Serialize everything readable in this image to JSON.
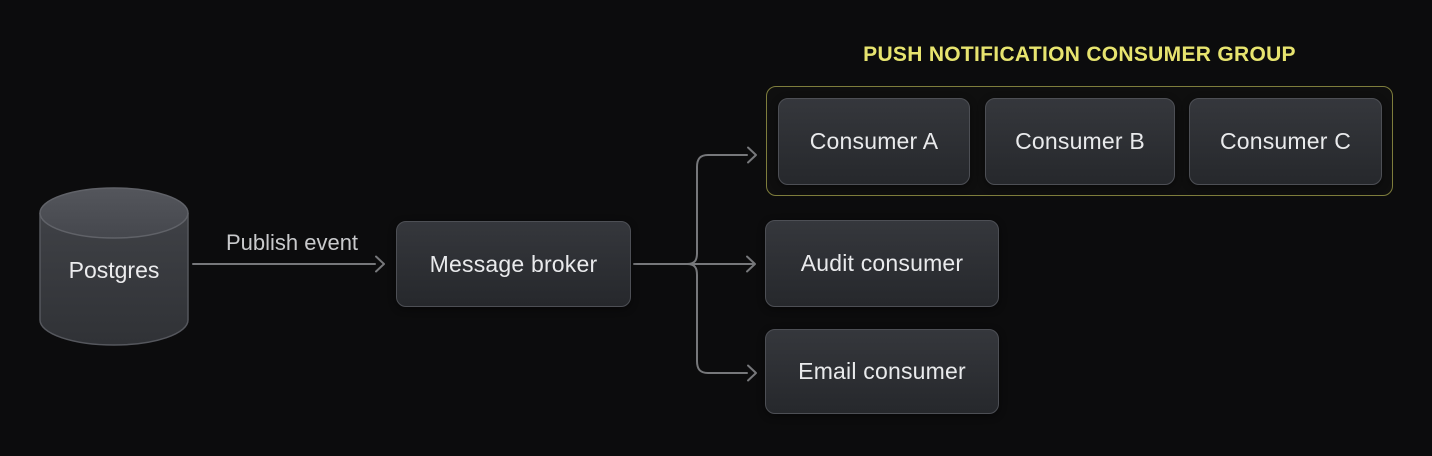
{
  "canvas": {
    "background": "#0c0c0d"
  },
  "nodes": {
    "postgres": {
      "label": "Postgres",
      "shape": "database-cylinder"
    },
    "message_broker": {
      "label": "Message broker"
    },
    "audit_consumer": {
      "label": "Audit consumer"
    },
    "email_consumer": {
      "label": "Email consumer"
    }
  },
  "consumer_group": {
    "title": "PUSH NOTIFICATION CONSUMER GROUP",
    "title_color": "#e7e46f",
    "border_color": "#7e7d3c",
    "members": [
      {
        "label": "Consumer A"
      },
      {
        "label": "Consumer B"
      },
      {
        "label": "Consumer C"
      }
    ]
  },
  "edges": {
    "publish_event": {
      "label": "Publish event",
      "from": "postgres",
      "to": "message_broker"
    },
    "fanout": {
      "from": "message_broker",
      "to": [
        "consumer_group",
        "audit_consumer",
        "email_consumer"
      ]
    }
  },
  "colors": {
    "node_fill_top": "#35373c",
    "node_fill_bottom": "#26282c",
    "node_border": "#4d4f55",
    "node_text": "#e9eaec",
    "arrow": "#77787b",
    "cylinder_top": "#4a4c52",
    "cylinder_body": "#3b3d42"
  }
}
